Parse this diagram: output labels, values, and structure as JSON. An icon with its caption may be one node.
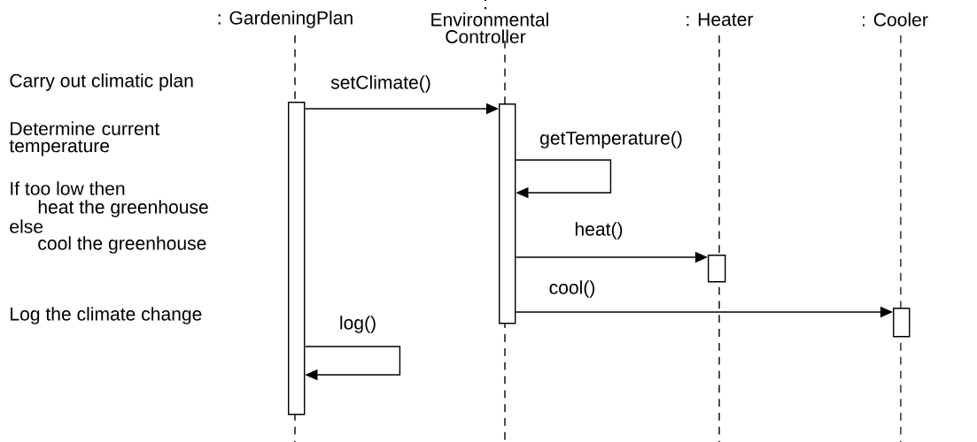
{
  "diagram": {
    "nodes": [
      {
        "text": [
          ": GardeningPlan"
        ]
      },
      {
        "text": [
          ": Environmental Controller"
        ]
      },
      {
        "text": [
          ": Heater"
        ]
      },
      {
        "text": [
          ": Cooler"
        ]
      },
      {
        "text": [],
        "shape": "bar"
      },
      {
        "text": [],
        "shape": "bar"
      },
      {
        "text": [],
        "shape": "bar"
      },
      {
        "text": [],
        "shape": "bar"
      }
    ],
    "edges": [
      {
        "from": 4,
        "to": 5,
        "arrow": "to",
        "label": "setClimate()"
      },
      {
        "from": 5,
        "to": 5,
        "arrow": "to",
        "label": "getTemperature()"
      },
      {
        "from": 5,
        "to": 6,
        "arrow": "to",
        "label": "heat()"
      },
      {
        "from": 5,
        "to": 7,
        "arrow": "to",
        "label": "cool()"
      },
      {
        "from": 4,
        "to": 4,
        "arrow": "to",
        "label": "log()"
      }
    ],
    "labels": [
      "Carry out climatic plan",
      "Determine current temperature",
      "If too low then",
      "heat the greenhouse",
      "else",
      "cool the greenhouse",
      "Log the climate change"
    ]
  }
}
